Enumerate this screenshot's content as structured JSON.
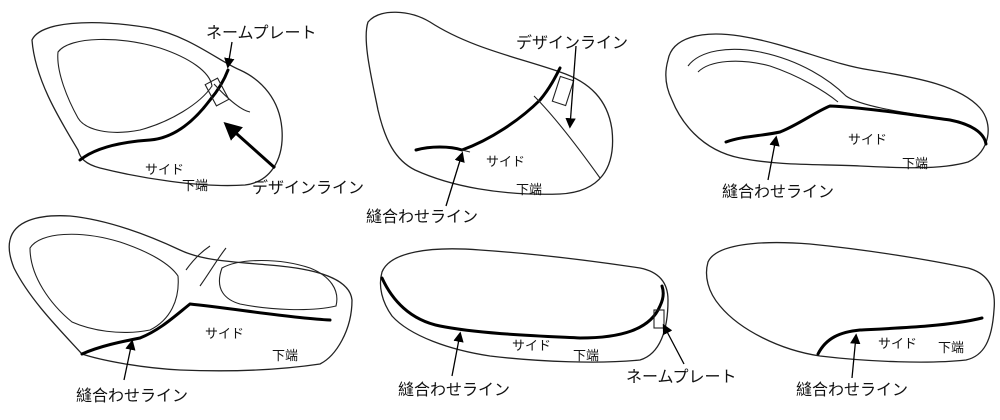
{
  "labels": {
    "side": "サイド",
    "bottom_edge": "下端",
    "name_plate": "ネームプレート",
    "design_line": "デザインライン",
    "seam_line": "縫合わせライン"
  },
  "colors": {
    "stroke": "#222222",
    "seam": "#000000",
    "background": "#ffffff"
  }
}
